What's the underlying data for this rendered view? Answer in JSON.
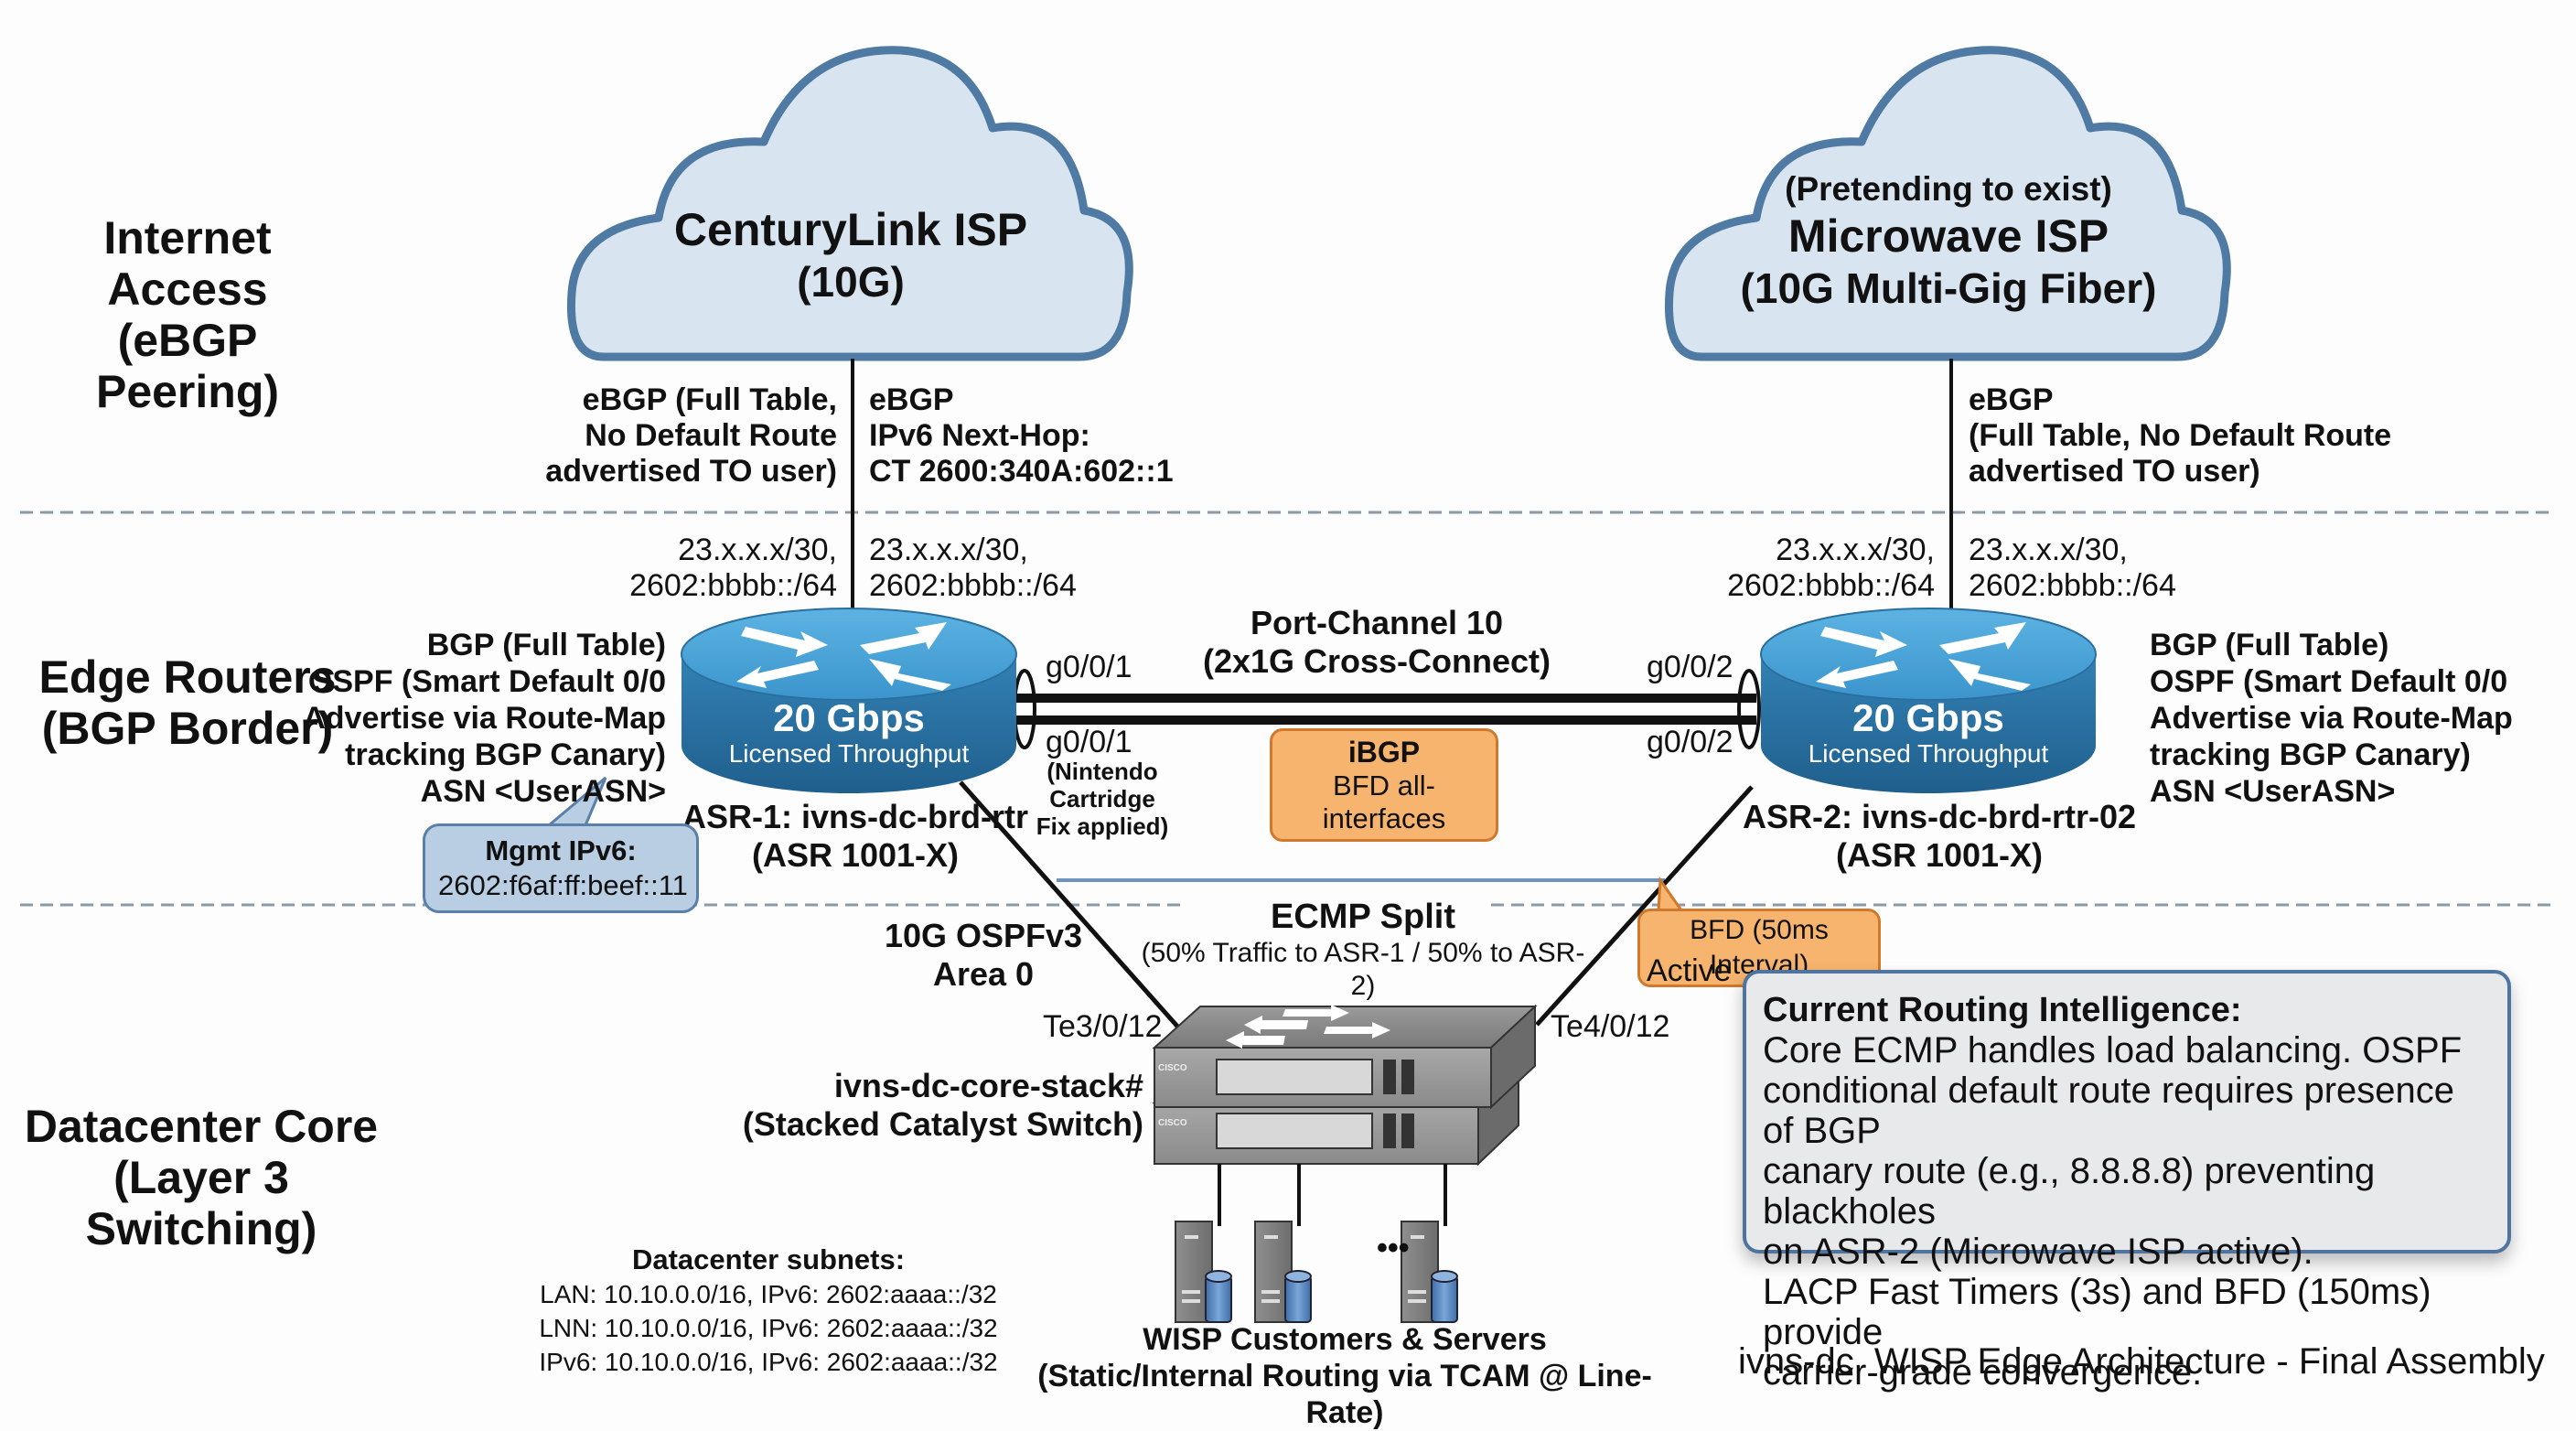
{
  "title": "ivns-dc  WISP Edge Architecture - Final Assembly",
  "tiers": {
    "internet": [
      "Internet Access",
      "(eBGP Peering)"
    ],
    "edge": [
      "Edge Routers",
      "(BGP Border)"
    ],
    "core": [
      "Datacenter Core",
      "(Layer 3 Switching)"
    ]
  },
  "isps": {
    "centurylink": {
      "name": "CenturyLink ISP",
      "speed": "(10G)"
    },
    "microwave": {
      "note": "(Pretending to exist)",
      "name": "Microwave ISP",
      "speed": "(10G Multi-Gig Fiber)"
    }
  },
  "links": {
    "cl_left": [
      "eBGP (Full Table,",
      "No Default Route",
      "advertised TO user)"
    ],
    "cl_right": [
      "eBGP",
      "IPv6 Next-Hop:",
      "CT 2600:340A:602::1"
    ],
    "mw_right": [
      "eBGP",
      "(Full Table, No Default Route",
      "advertised TO user)"
    ],
    "subnet_left": [
      "23.x.x.x/30,",
      "2602:bbbb::/64"
    ],
    "subnet_right": [
      "23.x.x.x/30,",
      "2602:bbbb::/64"
    ]
  },
  "routers": {
    "asr1": {
      "throughput": "20 Gbps",
      "throughput_label": "Licensed Throughput",
      "name": "ASR-1: ivns-dc-brd-rtr",
      "model": "(ASR 1001-X)",
      "config": [
        "BGP (Full Table)",
        "OSPF (Smart Default 0/0",
        "Advertise via Route-Map",
        "tracking BGP Canary)",
        "ASN <UserASN>"
      ],
      "mgmt_title": "Mgmt IPv6:",
      "mgmt_addr": "2602:f6af:ff:beef::11"
    },
    "asr2": {
      "throughput": "20 Gbps",
      "throughput_label": "Licensed Throughput",
      "name": "ASR-2: ivns-dc-brd-rtr-02",
      "model": "(ASR 1001-X)",
      "config": [
        "BGP (Full Table)",
        "OSPF (Smart Default 0/0",
        "Advertise via Route-Map",
        "tracking BGP Canary)",
        "ASN <UserASN>"
      ]
    }
  },
  "portchannel": {
    "title": "Port-Channel 10",
    "subtitle": "(2x1G Cross-Connect)",
    "left_top_if": "g0/0/1",
    "left_bottom_if": "g0/0/1",
    "left_note": [
      "(Nintendo Cartridge",
      "Fix applied)"
    ],
    "right_top_if": "g0/0/2",
    "right_bottom_if": "g0/0/2",
    "ibgp_title": "iBGP",
    "ibgp_sub": "BFD all-interfaces"
  },
  "ecmp": {
    "title": "ECMP Split",
    "subtitle": "(50% Traffic to ASR-1 / 50% to ASR-2)",
    "ospf": [
      "10G OSPFv3",
      "Area 0"
    ],
    "bfd": "BFD (50ms Interval)",
    "bfd_state": "Active",
    "left_if": "Te3/0/12",
    "right_if": "Te4/0/12"
  },
  "core_switch": {
    "name": "ivns-dc-core-stack#",
    "desc": "(Stacked Catalyst Switch)",
    "brand": "CISCO"
  },
  "servers": {
    "ellipsis": "•••",
    "title": "WISP Customers & Servers",
    "subtitle": "(Static/Internal Routing via TCAM @ Line-Rate)"
  },
  "subnets": {
    "title": "Datacenter subnets:",
    "lines": [
      "LAN: 10.10.0.0/16, IPv6: 2602:aaaa::/32",
      "LNN: 10.10.0.0/16, IPv6: 2602:aaaa::/32",
      "IPv6: 10.10.0.0/16, IPv6: 2602:aaaa::/32"
    ]
  },
  "intelligence": {
    "title": "Current Routing Intelligence:",
    "lines": [
      "Core ECMP handles load balancing. OSPF",
      "conditional default route requires presence of BGP",
      "canary route (e.g., 8.8.8.8) preventing blackholes",
      "on ASR-2 (Microwave ISP active).",
      "LACP Fast Timers (3s) and BFD (150ms) provide",
      "carrier-grade convergence."
    ]
  },
  "colors": {
    "cloud_fill": "#d8e4f0",
    "cloud_stroke": "#4f7aa3",
    "router_top": "#4aa3d8",
    "router_side": "#2e77a8",
    "orange_fill": "#f6b46e",
    "orange_stroke": "#d0782c",
    "callout_fill": "#b9cde3",
    "divider": "#8b9aa8"
  }
}
